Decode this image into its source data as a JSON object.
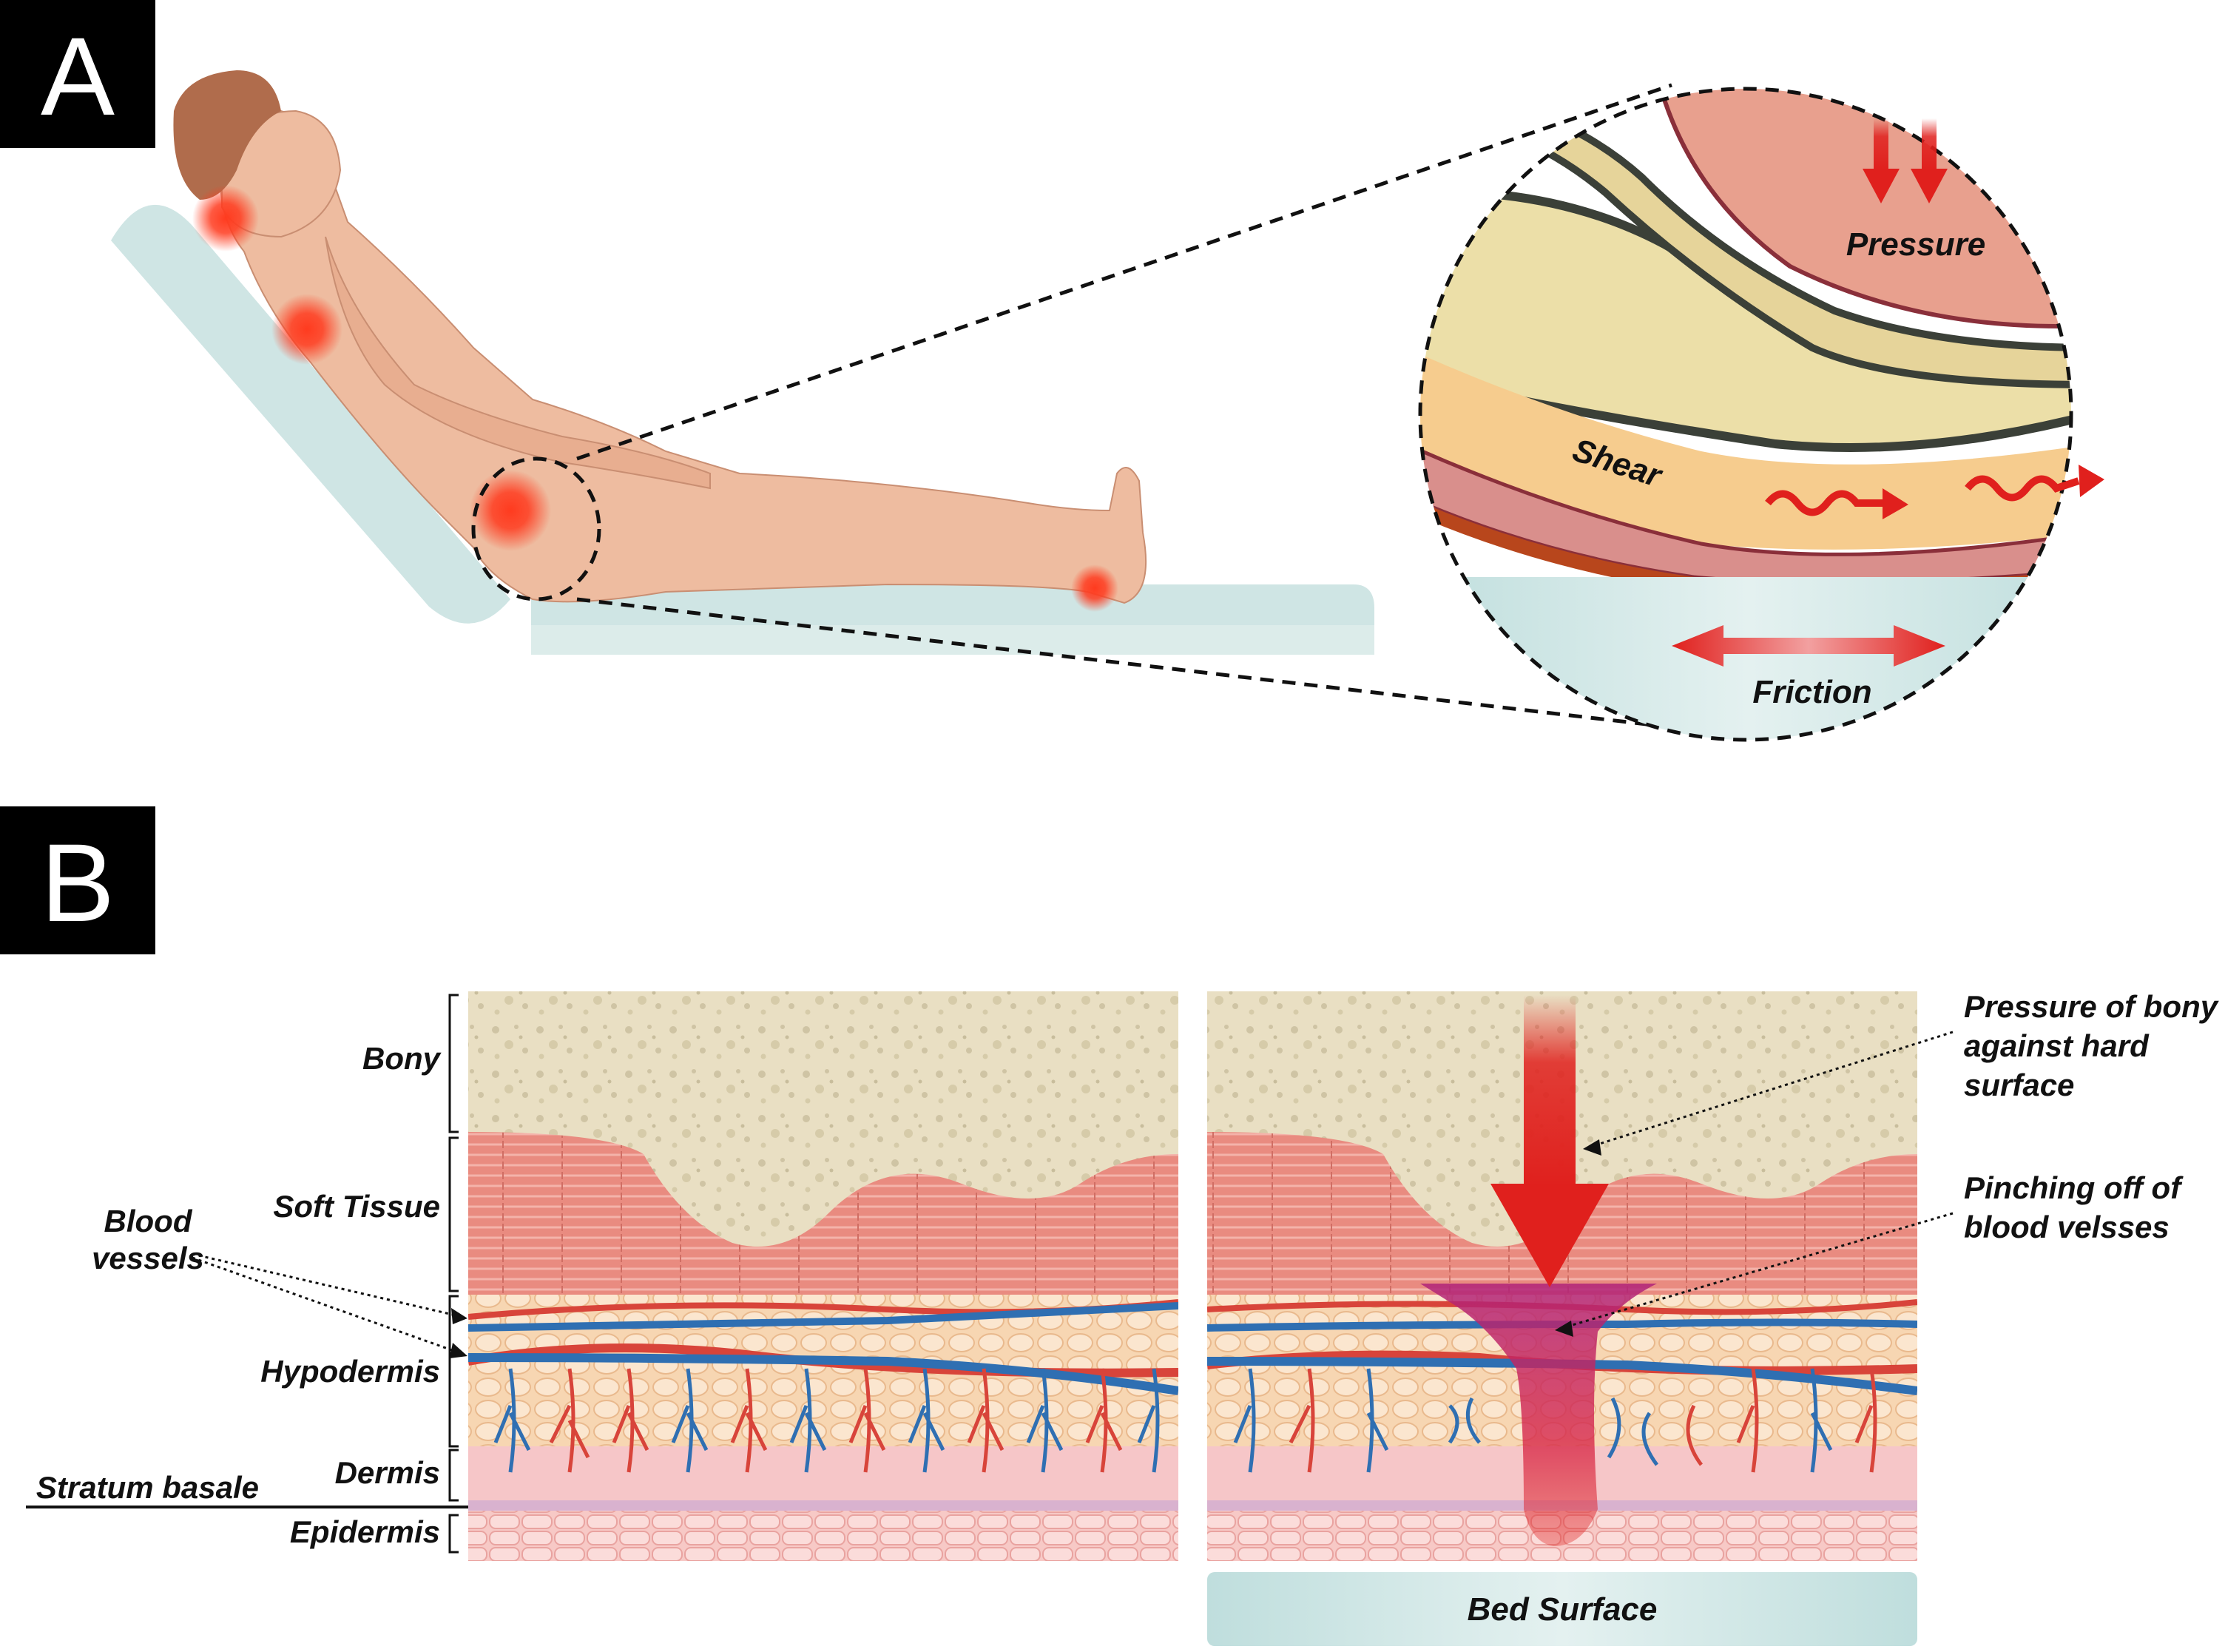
{
  "panels": {
    "a": {
      "label": "A"
    },
    "b": {
      "label": "B"
    }
  },
  "inset": {
    "pressure": "Pressure",
    "shear": "Shear",
    "friction": "Friction"
  },
  "layers": {
    "bony": "Bony",
    "soft_tissue": "Soft Tissue",
    "hypodermis": "Hypodermis",
    "dermis": "Dermis",
    "epidermis": "Epidermis",
    "stratum_basale": "Stratum basale"
  },
  "annotations": {
    "blood_vessels": [
      "Blood",
      "vessels"
    ],
    "pressure_bony": [
      "Pressure of bony",
      "against hard",
      "surface"
    ],
    "pinching": [
      "Pinching off of",
      "blood velsses"
    ],
    "bed_surface": "Bed Surface"
  },
  "colors": {
    "bed": "#cfe5e4",
    "skin": "#eebca0",
    "hotspot": "#ff3b1f",
    "bone": "#e9dfc3",
    "muscle": "#e9887f",
    "fat": "#f6d4ad",
    "dermis": "#f6c6c8",
    "artery": "#d8443a",
    "vein": "#2f6fb2",
    "arrow": "#e0201d"
  }
}
